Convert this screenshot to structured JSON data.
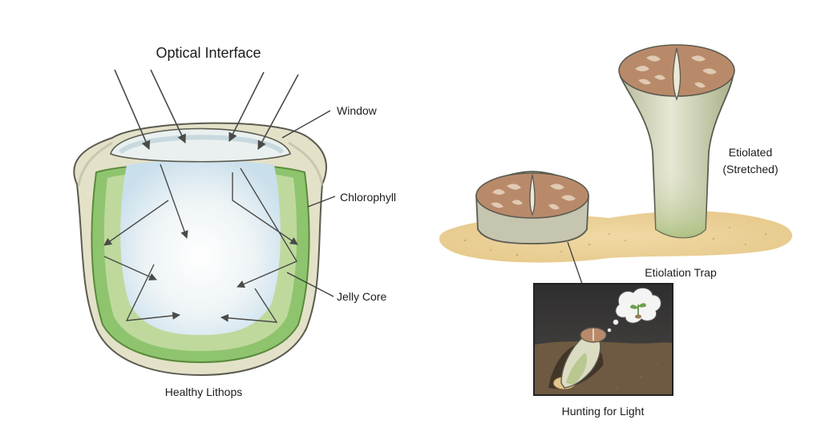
{
  "labels": {
    "optical_interface": "Optical Interface",
    "window": "Window",
    "chlorophyll": "Chlorophyll",
    "jelly_core": "Jelly Core",
    "healthy_lithops": "Healthy Lithops",
    "etiolated_line1": "Etiolated",
    "etiolated_line2": "(Stretched)",
    "etiolation_trap": "Etiolation Trap",
    "hunting_for_light": "Hunting for Light"
  },
  "colors": {
    "outline": "#5b5b50",
    "skin": "#e2e0c8",
    "chlorophyll_green": "#8ac06a",
    "jelly_blue": "#cfe2ee",
    "stone_top": "#b98a6a",
    "sand": "#ecd39c",
    "dark_panel": "#3a3838",
    "soil": "#6e5a42",
    "arrow": "#4a4a48"
  },
  "icons": {
    "light_arrows": "arrow",
    "thought_bubble": "thought-bubble-icon",
    "sprout": "sprout-icon"
  }
}
